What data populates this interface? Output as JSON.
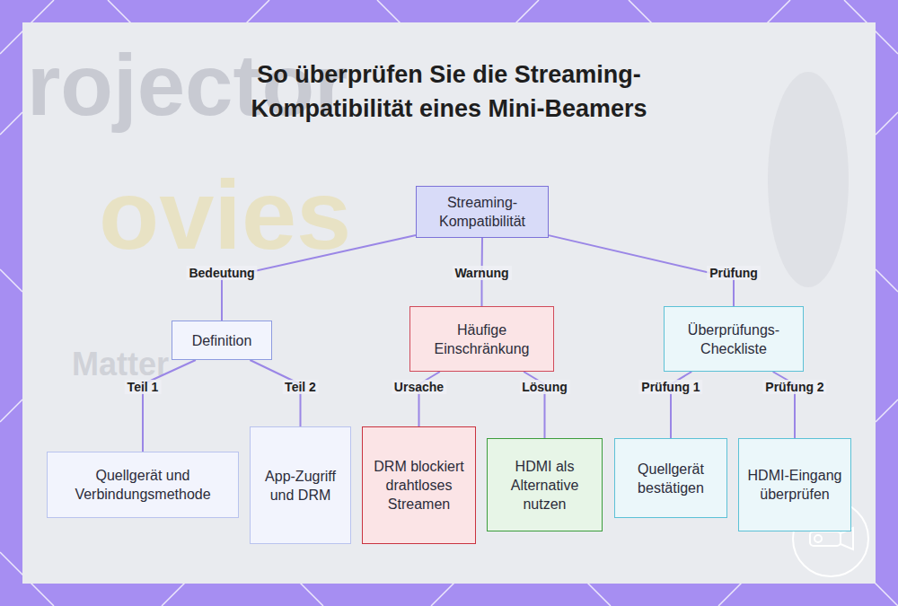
{
  "diagram": {
    "title": "So überprüfen Sie die Streaming-Kompatibilität eines Mini-Beamers",
    "nodes": [
      {
        "text": [
          "Streaming-Kompatibilität"
        ]
      },
      {
        "text": [
          "Definition"
        ]
      },
      {
        "text": [
          "Häufige Einschränkung"
        ]
      },
      {
        "text": [
          "Überprüfungs-Checkliste"
        ]
      },
      {
        "text": [
          "Quellgerät und Verbindungsmethode"
        ]
      },
      {
        "text": [
          "App-Zugriff und DRM"
        ]
      },
      {
        "text": [
          "DRM blockiert drahtloses Streamen"
        ]
      },
      {
        "text": [
          "HDMI als Alternative nutzen"
        ]
      },
      {
        "text": [
          "Quellgerät bestätigen"
        ]
      },
      {
        "text": [
          "HDMI-Eingang überprüfen"
        ]
      }
    ],
    "edges": [
      {
        "from": 0,
        "to": 1,
        "label": "Bedeutung",
        "arrow": "none"
      },
      {
        "from": 0,
        "to": 2,
        "label": "Warnung",
        "arrow": "none"
      },
      {
        "from": 0,
        "to": 3,
        "label": "Prüfung",
        "arrow": "none"
      },
      {
        "from": 1,
        "to": 4,
        "label": "Teil 1",
        "arrow": "none"
      },
      {
        "from": 1,
        "to": 5,
        "label": "Teil 2",
        "arrow": "none"
      },
      {
        "from": 2,
        "to": 6,
        "label": "Ursache",
        "arrow": "none"
      },
      {
        "from": 2,
        "to": 7,
        "label": "Lösung",
        "arrow": "none"
      },
      {
        "from": 3,
        "to": 8,
        "label": "Prüfung 1",
        "arrow": "none"
      },
      {
        "from": 3,
        "to": 9,
        "label": "Prüfung 2",
        "arrow": "none"
      }
    ],
    "labels": [
      "rojector",
      "ovies",
      "Matter"
    ]
  }
}
